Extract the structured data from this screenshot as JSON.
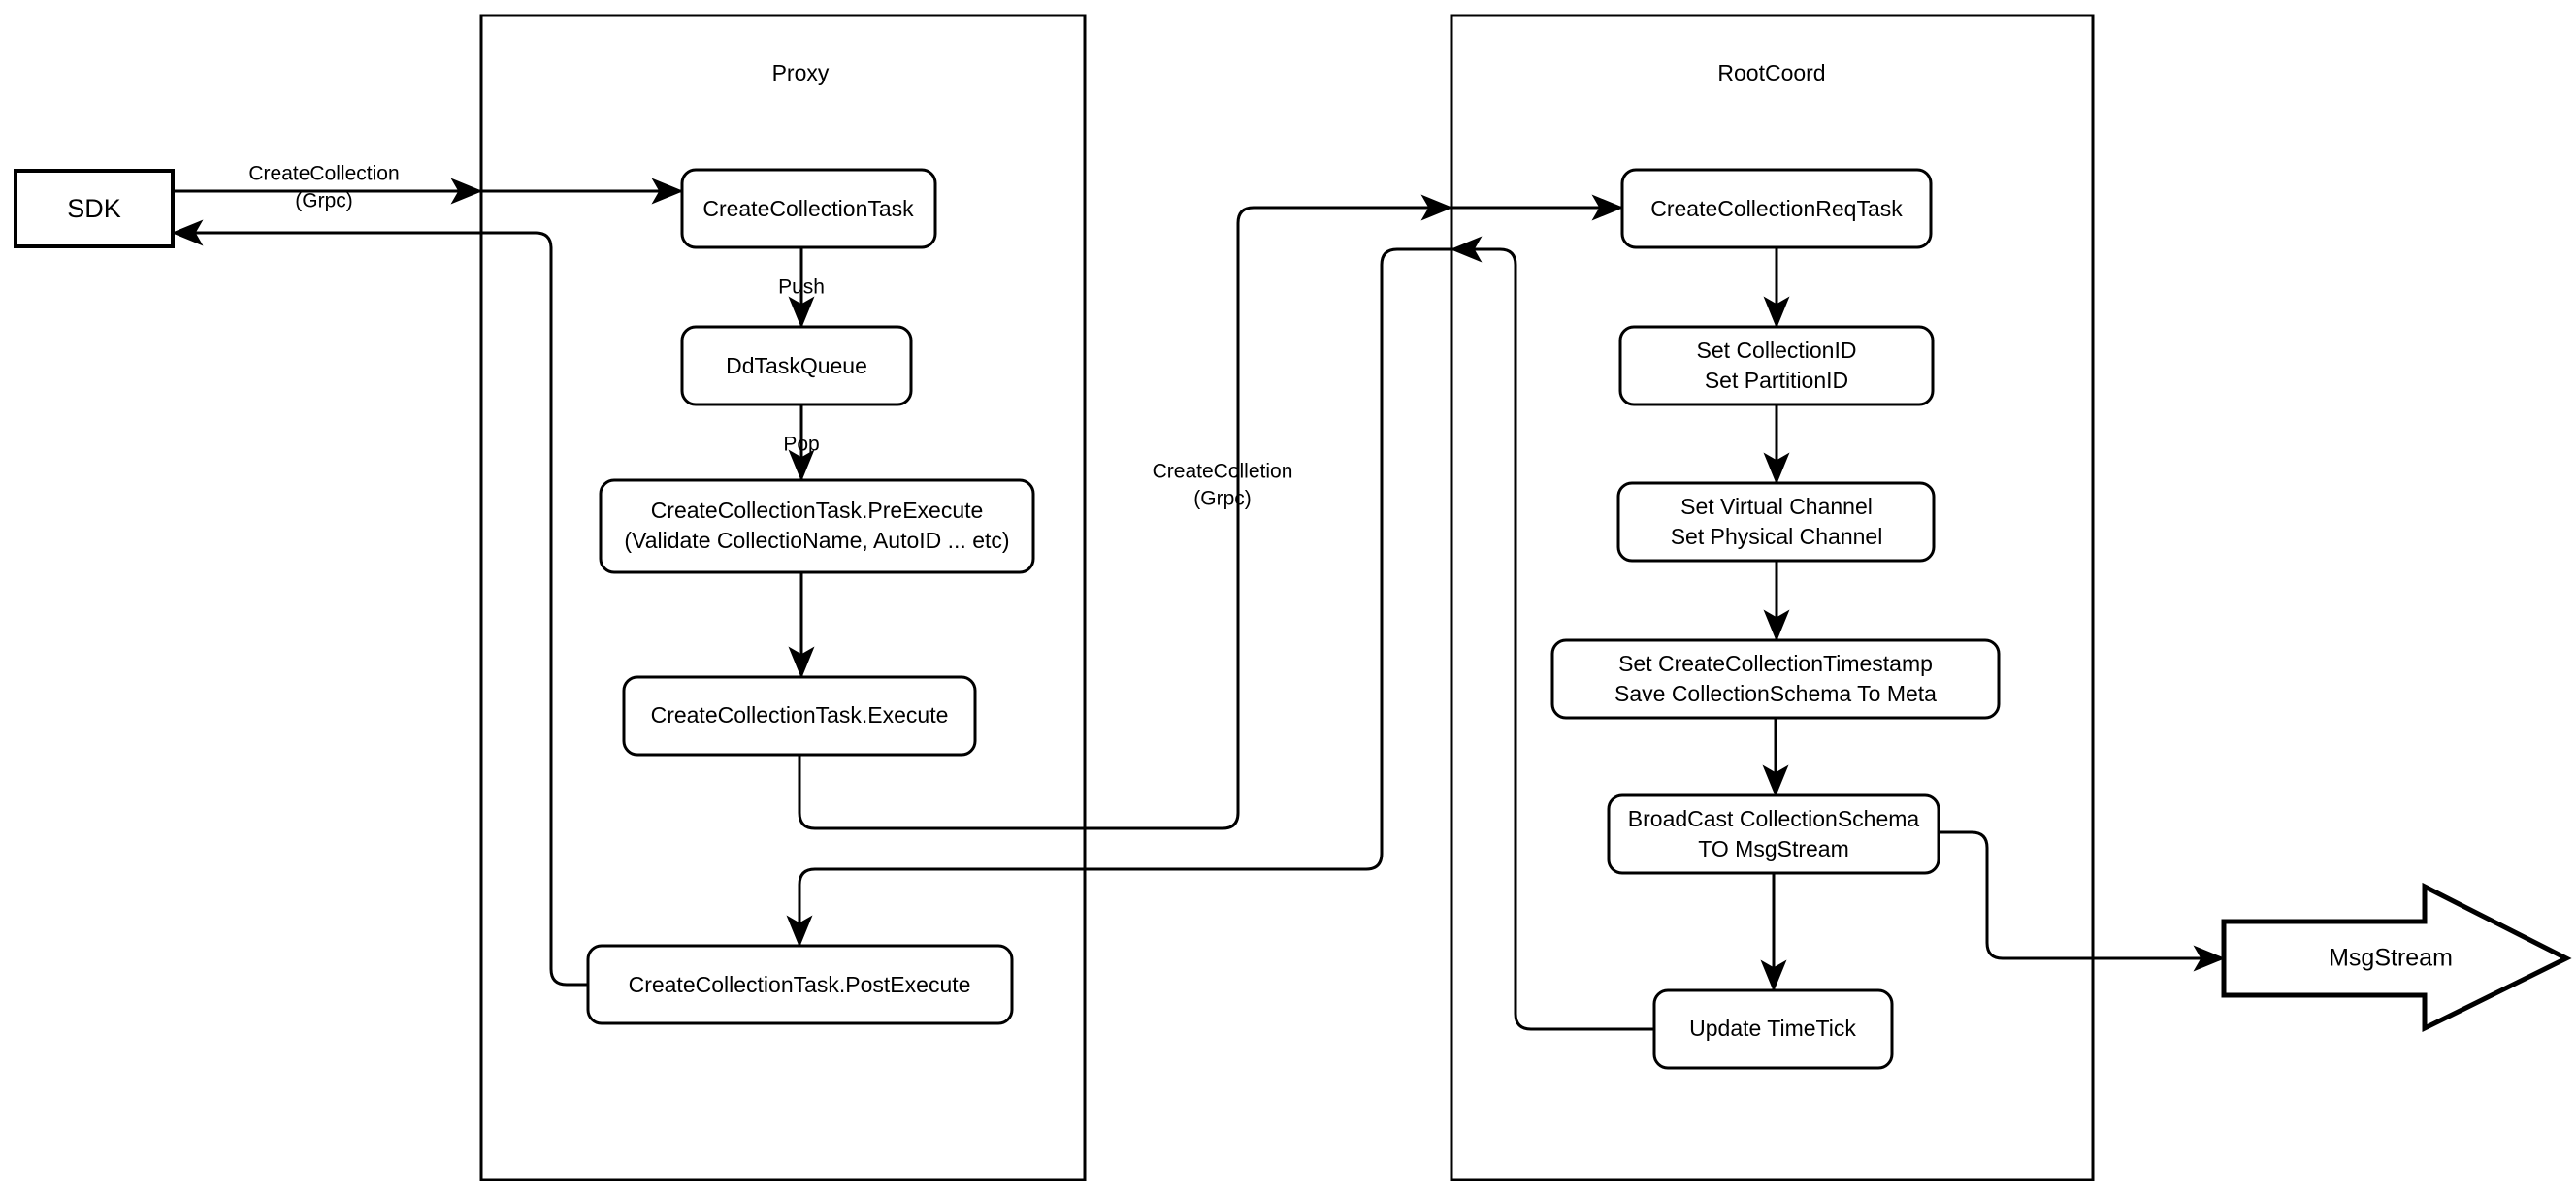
{
  "diagram": {
    "title": "CreateCollection flow",
    "background_color": "#ffffff",
    "line_color": "#000000"
  },
  "actors": {
    "sdk": {
      "label": "SDK"
    },
    "msgstream": {
      "label": "MsgStream"
    }
  },
  "containers": [
    {
      "id": "proxy",
      "title": "Proxy"
    },
    {
      "id": "rootcoord",
      "title": "RootCoord"
    }
  ],
  "proxy": {
    "title": "Proxy",
    "nodes": [
      {
        "id": "create-collection-task",
        "label": "CreateCollectionTask"
      },
      {
        "id": "dd-task-queue",
        "label": "DdTaskQueue"
      },
      {
        "id": "pre-execute",
        "line1": "CreateCollectionTask.PreExecute",
        "line2": "(Validate CollectioName, AutoID ... etc)"
      },
      {
        "id": "execute",
        "label": "CreateCollectionTask.Execute"
      },
      {
        "id": "post-execute",
        "label": "CreateCollectionTask.PostExecute"
      }
    ]
  },
  "rootcoord": {
    "title": "RootCoord",
    "nodes": [
      {
        "id": "create-collection-req-task",
        "label": "CreateCollectionReqTask"
      },
      {
        "id": "set-ids",
        "line1": "Set CollectionID",
        "line2": "Set PartitionID"
      },
      {
        "id": "set-channels",
        "line1": "Set Virtual Channel",
        "line2": "Set Physical Channel"
      },
      {
        "id": "set-timestamp",
        "line1": "Set CreateCollectionTimestamp",
        "line2": "Save CollectionSchema To Meta"
      },
      {
        "id": "broadcast",
        "line1": "BroadCast CollectionSchema",
        "line2": "TO MsgStream"
      },
      {
        "id": "update-timetick",
        "label": "Update TimeTick"
      }
    ]
  },
  "edge_labels": {
    "sdk_to_proxy_line1": "CreateCollection",
    "sdk_to_proxy_line2": "(Grpc)",
    "push": "Push",
    "pop": "Pop",
    "proxy_to_rootcoord_line1": "CreateColletion",
    "proxy_to_rootcoord_line2": "(Grpc)"
  }
}
